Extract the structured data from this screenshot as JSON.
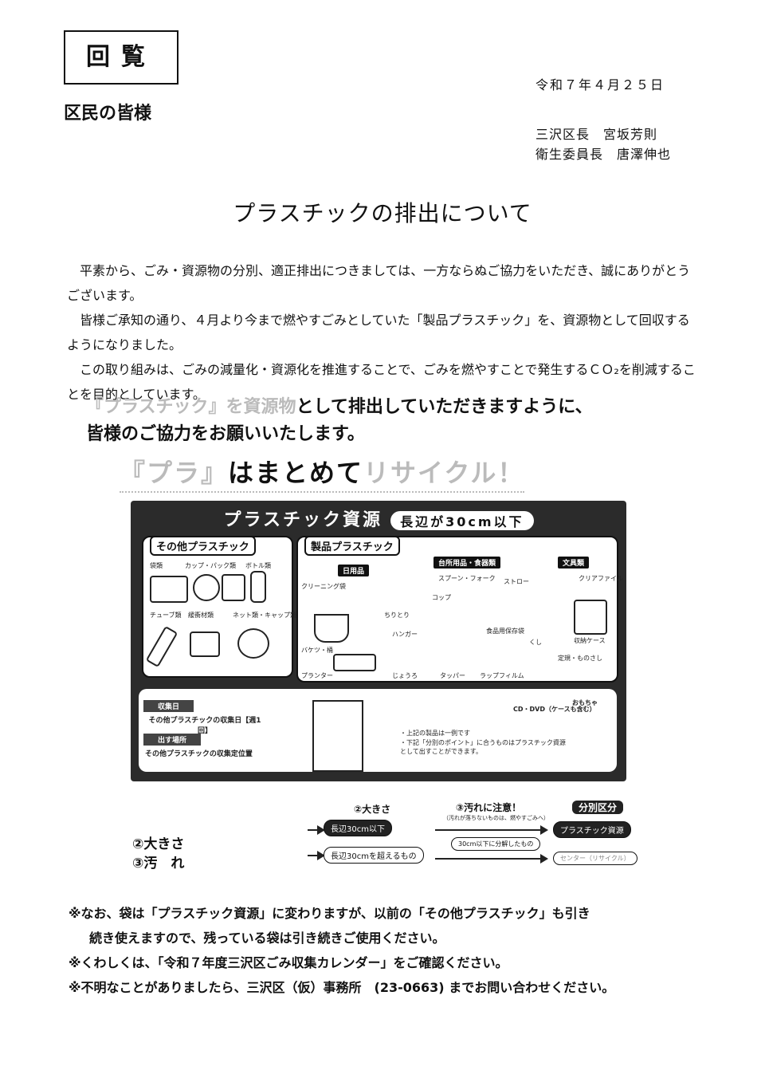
{
  "header": {
    "stamp": "回覧",
    "date": "令和７年４月２５日",
    "addressee": "区民の皆様",
    "signers": [
      "三沢区長　宮坂芳則",
      "衛生委員長　唐澤伸也"
    ]
  },
  "title": "プラスチックの排出について",
  "paragraphs": [
    "平素から、ごみ・資源物の分別、適正排出につきましては、一方ならぬご協力をいただき、誠にありがとうございます。",
    "皆様ご承知の通り、４月より今まで燃やすごみとしていた「製品プラスチック」を、資源物として回収するようになりました。",
    "この取り組みは、ごみの減量化・資源化を推進することで、ごみを燃やすことで発生するＣＯ₂を削減することを目的としています。"
  ],
  "emphasis": {
    "faint_part": "『プラスチック』を資源物",
    "line1_rest": "として排出していただきますように、",
    "line2": "皆様のご協力をお願いいたします。"
  },
  "slogan": {
    "part1": "『プラ』",
    "part2": "はまとめて",
    "part3": "リサイクル！"
  },
  "figure": {
    "title": "プラスチック資源",
    "pill": "長辺が30cm以下",
    "left_panel": {
      "heading": "その他プラスチック",
      "items": [
        "袋類",
        "カップ・パック類",
        "ボトル類",
        "チューブ類",
        "緩衝材類",
        "ネット類・キャップ類"
      ]
    },
    "right_panel": {
      "heading": "製品プラスチック",
      "cat_daily": "日用品",
      "cat_kitchen": "台所用品・食器類",
      "cat_stationery": "文具類",
      "items": [
        "クリーニング袋",
        "ちりとり",
        "ハンガー",
        "バケツ・桶",
        "プランター",
        "じょうろ",
        "スプーン・フォーク",
        "ストロー",
        "コップ",
        "食品用保存袋",
        "タッパー",
        "ラップフィルム",
        "くし",
        "クリアファイル",
        "収納ケース",
        "定規・ものさし",
        "CD・DVD（ケースも含む）",
        "おもちゃ"
      ]
    },
    "collection_day_tag": "収集日",
    "collection_day": "その他プラスチックの収集日【週1回】",
    "location_tag": "出す場所",
    "location": "その他プラスチックの収集定位置",
    "notes": [
      "・上記の製品は一例です",
      "・下記「分別のポイント」に合うものはプラスチック資源として出すことができます。"
    ]
  },
  "flow": {
    "points": [
      "②大きさ",
      "③汚　れ"
    ],
    "col_size": "②大きさ",
    "col_dirt": "③汚れに注意！",
    "col_dirt_sub": "（汚れが落ちないものは、燃やすごみへ）",
    "col_class": "分別区分",
    "under": "長辺30cm以下",
    "over": "長辺30cmを超えるもの",
    "split": "30cm以下に分解したもの",
    "result": "プラスチック資源",
    "result2": "センター（リサイクル）"
  },
  "notes": [
    "※なお、袋は「プラスチック資源」に変わりますが、以前の「その他プラスチック」も引き",
    "続き使えますので、残っている袋は引き続きご使用ください。",
    "※くわしくは、「令和７年度三沢区ごみ収集カレンダー」をご確認ください。",
    "※不明なことがありましたら、三沢区（仮）事務所　(23-0663) までお問い合わせください。"
  ]
}
